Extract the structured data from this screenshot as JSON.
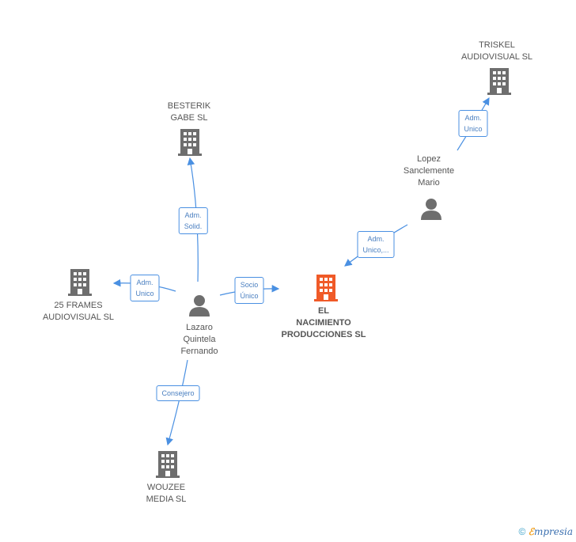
{
  "nodes": {
    "triskel": {
      "label": "TRISKEL\nAUDIOVISUAL SL"
    },
    "besterik": {
      "label": "BESTERIK\nGABE SL"
    },
    "frames": {
      "label": "25 FRAMES\nAUDIOVISUAL SL"
    },
    "wouzee": {
      "label": "WOUZEE\nMEDIA  SL"
    },
    "nacimiento": {
      "label": "EL\nNACIMIENTO\nPRODUCCIONES SL"
    },
    "lopez": {
      "label": "Lopez\nSanclemente\nMario"
    },
    "lazaro": {
      "label": "Lazaro\nQuintela\nFernando"
    }
  },
  "edges": {
    "lopez_triskel": "Adm.\nUnico",
    "lopez_nacimiento": "Adm.\nUnico,...",
    "lazaro_besterik": "Adm.\nSolid.",
    "lazaro_frames": "Adm.\nUnico",
    "lazaro_nacimiento": "Socio\nÚnico",
    "lazaro_wouzee": "Consejero"
  },
  "footer": {
    "copyright": "©",
    "brand_e": "ℰ",
    "brand_rest": "mpresia"
  },
  "colors": {
    "edge": "#4a90e2",
    "building": "#6e6e6e",
    "focus": "#f05a28",
    "person": "#6e6e6e"
  }
}
